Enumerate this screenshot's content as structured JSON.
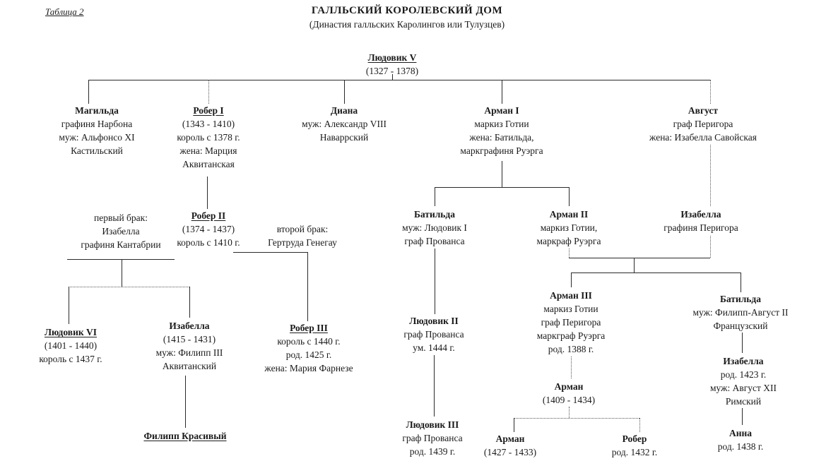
{
  "header": {
    "table_label": "Таблица 2",
    "title": "ГАЛЛЬСКИЙ КОРОЛЕВСКИЙ ДОМ",
    "subtitle": "(Династия галльских Каролингов или Тулузцев)"
  },
  "colors": {
    "ink": "#1a1a1a",
    "background": "#ffffff"
  },
  "persons": {
    "lyudovik5": {
      "name": "Людовик V",
      "lines": [
        "(1327 - 1378)"
      ]
    },
    "magilda": {
      "name": "Магильда",
      "lines": [
        "графиня Нарбона",
        "муж: Альфонсо XI",
        "Кастильский"
      ]
    },
    "rober1": {
      "name": "Робер I",
      "lines": [
        "(1343 - 1410)",
        "король с 1378 г.",
        "жена: Марция",
        "Аквитанская"
      ]
    },
    "diana": {
      "name": "Диана",
      "lines": [
        "муж: Александр VIII",
        "Наваррский"
      ]
    },
    "arman1": {
      "name": "Арман I",
      "lines": [
        "маркиз Готии",
        "жена: Батильда,",
        "маркграфиня Руэрга"
      ]
    },
    "avgust": {
      "name": "Август",
      "lines": [
        "граф Перигора",
        "жена: Изабелла Савойская"
      ]
    },
    "first_marriage": {
      "lines": [
        "первый брак:",
        "Изабелла",
        "графиня Кантабрии"
      ]
    },
    "rober2": {
      "name": "Робер II",
      "lines": [
        "(1374 - 1437)",
        "король с 1410 г."
      ]
    },
    "second_marriage": {
      "lines": [
        "второй брак:",
        "Гертруда Генегау"
      ]
    },
    "batilda_provans": {
      "name": "Батильда",
      "lines": [
        "муж: Людовик I",
        "граф Прованса"
      ]
    },
    "arman2": {
      "name": "Арман II",
      "lines": [
        "маркиз Готии,",
        "маркраф Руэрга"
      ]
    },
    "izabella_perigora": {
      "name": "Изабелла",
      "lines": [
        "графиня Перигора"
      ]
    },
    "lyudovik6": {
      "name": "Людовик VI",
      "lines": [
        "(1401 - 1440)",
        "король с 1437 г."
      ]
    },
    "izabella_1415": {
      "name": "Изабелла",
      "lines": [
        "(1415 - 1431)",
        "муж: Филипп III",
        "Аквитанский"
      ]
    },
    "rober3": {
      "name": "Робер III",
      "lines": [
        "король с 1440 г.",
        "род. 1425 г.",
        "жена: Мария Фарнезе"
      ]
    },
    "lyudovik2": {
      "name": "Людовик II",
      "lines": [
        "граф Прованса",
        "ум. 1444 г."
      ]
    },
    "arman3": {
      "name": "Арман III",
      "lines": [
        "маркиз Готии",
        "граф Перигора",
        "маркграф Руэрга",
        "род. 1388 г."
      ]
    },
    "batilda_france": {
      "name": "Батильда",
      "lines": [
        "муж: Филипп-Август II",
        "Французский"
      ]
    },
    "izabella_1423": {
      "name": "Изабелла",
      "lines": [
        "род. 1423 г.",
        "муж: Август XII",
        "Римский"
      ]
    },
    "arman_1409": {
      "name": "Арман",
      "lines": [
        "(1409 - 1434)"
      ]
    },
    "lyudovik3": {
      "name": "Людовик III",
      "lines": [
        "граф Прованса",
        "род. 1439 г."
      ]
    },
    "filipp": {
      "name": "Филипп Красивый",
      "lines": []
    },
    "arman_1427": {
      "name": "Арман",
      "lines": [
        "(1427 - 1433)"
      ]
    },
    "rober_1432": {
      "name": "Робер",
      "lines": [
        "род. 1432 г."
      ]
    },
    "anna": {
      "name": "Анна",
      "lines": [
        "род. 1438 г."
      ]
    }
  }
}
